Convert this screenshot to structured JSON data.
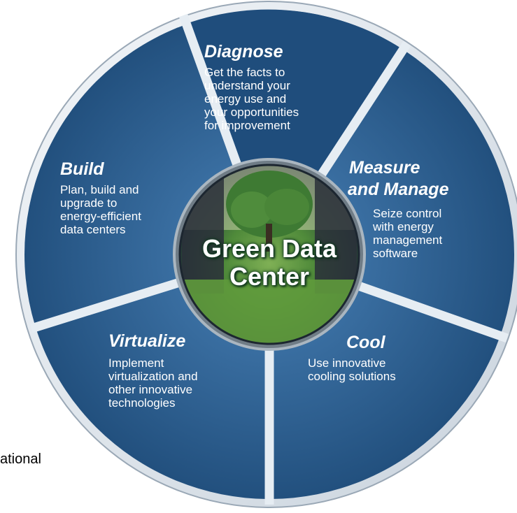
{
  "center": {
    "title": "Green Data\nCenter"
  },
  "segments": {
    "diagnose": {
      "title": "Diagnose",
      "body": "Get the facts to\nunderstand your\nenergy use and\nyour opportunities\nfor improvement"
    },
    "measure": {
      "title_line1": "Measure",
      "title_line2": "and Manage",
      "body": "Seize control\nwith energy\nmanagement\nsoftware"
    },
    "cool": {
      "title": "Cool",
      "body": "Use innovative\ncooling solutions"
    },
    "virtualize": {
      "title": "Virtualize",
      "body": "Implement\nvirtualization and\nother innovative\ntechnologies"
    },
    "build": {
      "title": "Build",
      "body": "Plan, build and\nupgrade to\nenergy-efficient\ndata centers"
    }
  },
  "left_fragment": "ational",
  "colors": {
    "segment_fill": "#2e5f8e",
    "segment_dark": "#1f4a76",
    "divider": "#dfe7ee",
    "rim": "#e9eef3"
  }
}
